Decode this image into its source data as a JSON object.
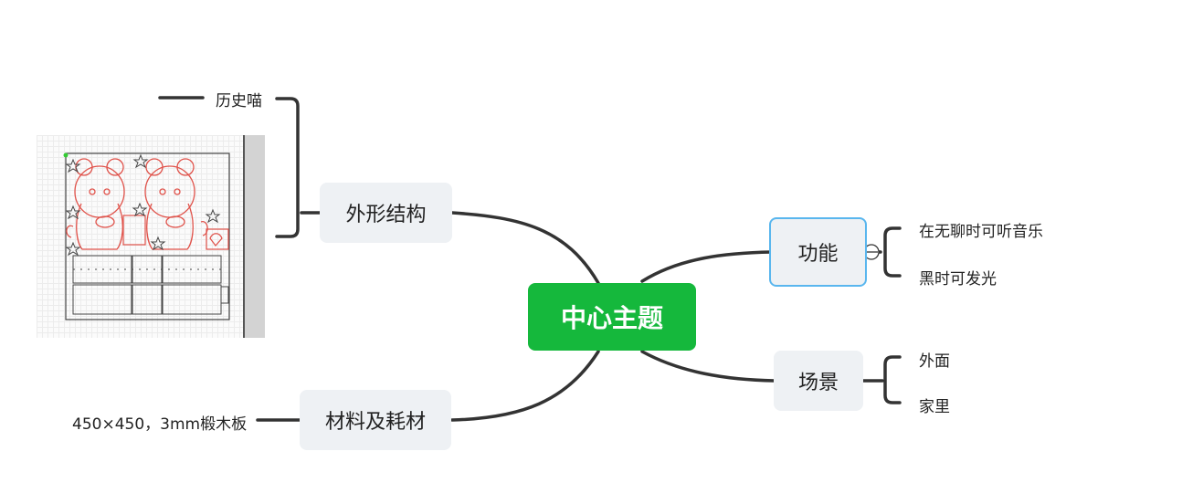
{
  "central": {
    "label": "中心主题"
  },
  "branches": {
    "shape": {
      "label": "外形结构",
      "leaves": [
        "历史喵"
      ]
    },
    "material": {
      "label": "材料及耗材",
      "leaves": [
        "450×450，3mm椴木板"
      ]
    },
    "function": {
      "label": "功能",
      "leaves": [
        "在无聊时可听音乐",
        "黑时可发光"
      ]
    },
    "scene": {
      "label": "场景",
      "leaves": [
        "外面",
        "家里"
      ]
    }
  },
  "colors": {
    "central_bg": "#15b83c",
    "node_bg": "#eef1f4",
    "selected_border": "#59b6ee",
    "line": "#333333",
    "drawing": "#e0524a"
  },
  "icons": {
    "collapse": "collapse-minus-icon",
    "image": "laser-cut-design-image"
  }
}
